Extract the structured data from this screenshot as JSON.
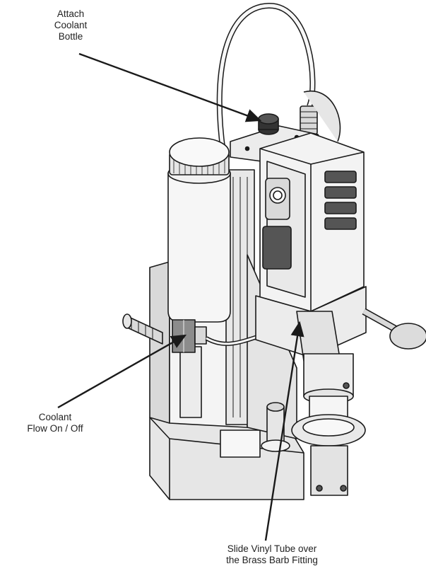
{
  "callouts": {
    "attach_bottle": [
      "Attach",
      "Coolant",
      "Bottle"
    ],
    "coolant_flow": [
      "Coolant",
      "Flow On / Off"
    ],
    "vinyl_tube": [
      "Slide Vinyl Tube over",
      "the Brass Barb Fitting"
    ]
  },
  "colors": {
    "line": "#1a1a1a",
    "fill_light": "#f2f2f2",
    "fill_mid": "#d9d9d9",
    "fill_dark": "#8c8c8c",
    "background": "#ffffff"
  }
}
